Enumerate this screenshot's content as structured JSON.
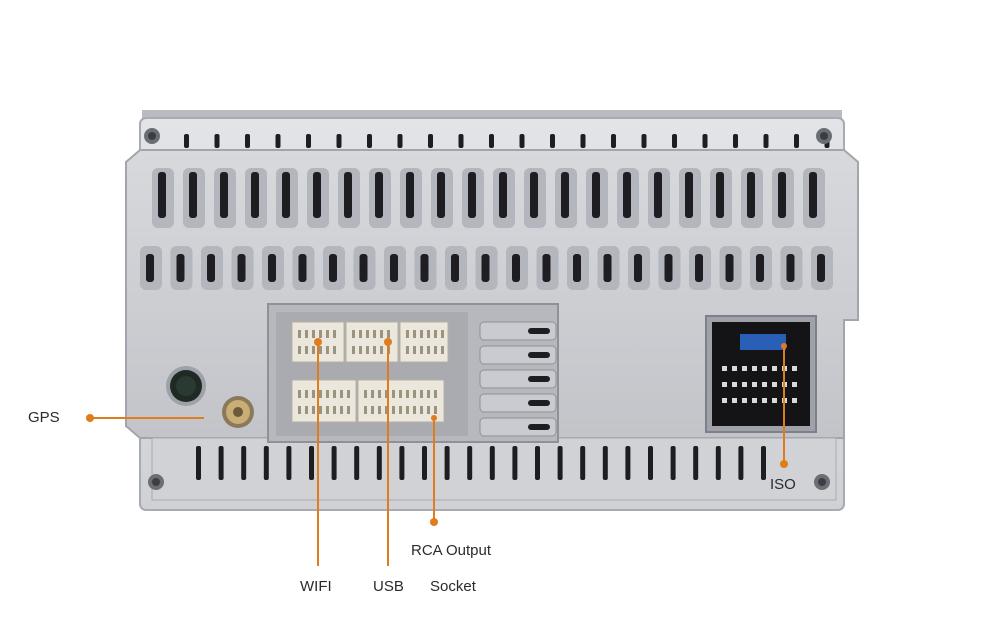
{
  "labels": {
    "gps": "GPS",
    "wifi": "WIFI",
    "usb": "USB",
    "socket": "Socket",
    "rca_output": "RCA Output",
    "iso": "ISO"
  },
  "colors": {
    "callout": "#e07b1e",
    "metal": "#c9cbd0",
    "metal_dark": "#a9acb2",
    "slot": "#1e1e22",
    "connector": "#ece7dc",
    "iso_block": "#141417",
    "fuse": "#2a5fb8"
  },
  "icons": [
    "screw-icon",
    "antenna-connector-icon",
    "gps-connector-icon"
  ]
}
